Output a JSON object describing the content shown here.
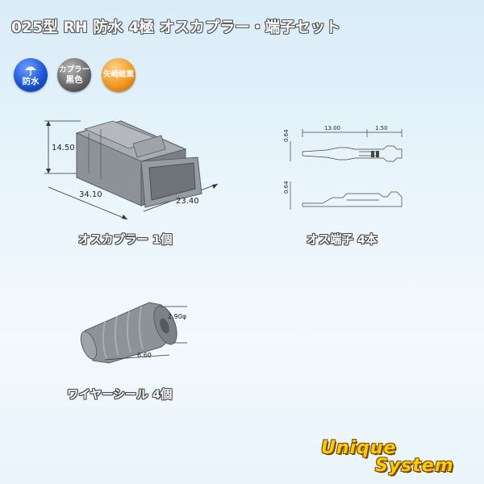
{
  "title": "025型 RH 防水 4極 オスカプラー・端子セット",
  "badges": {
    "waterproof": {
      "label": "防水",
      "icon": "umbrella-icon"
    },
    "coupler_color": {
      "line1": "カプラー",
      "line2": "黒色"
    },
    "maker": {
      "label": "矢崎総業"
    }
  },
  "coupler": {
    "caption": "オスカプラー 1個",
    "dim_height": "14.50",
    "dim_length": "34.10",
    "dim_width": "23.40"
  },
  "terminal": {
    "caption": "オス端子 4本",
    "dim_total": "13.00",
    "dim_tip": "1.50",
    "dim_v1": "0.64",
    "dim_v2": "0.64"
  },
  "seal": {
    "caption": "ワイヤーシール 4個",
    "dim_diameter": "2.90φ",
    "dim_length": "6.60"
  },
  "logo": {
    "line1": "Unique",
    "line2": "System"
  },
  "colors": {
    "part_gray": "#8a8f96",
    "badge_blue": "#1c56d8",
    "badge_gray": "#6b6b6b",
    "badge_orange": "#f29a23",
    "logo_yellow": "#ffcc00"
  }
}
